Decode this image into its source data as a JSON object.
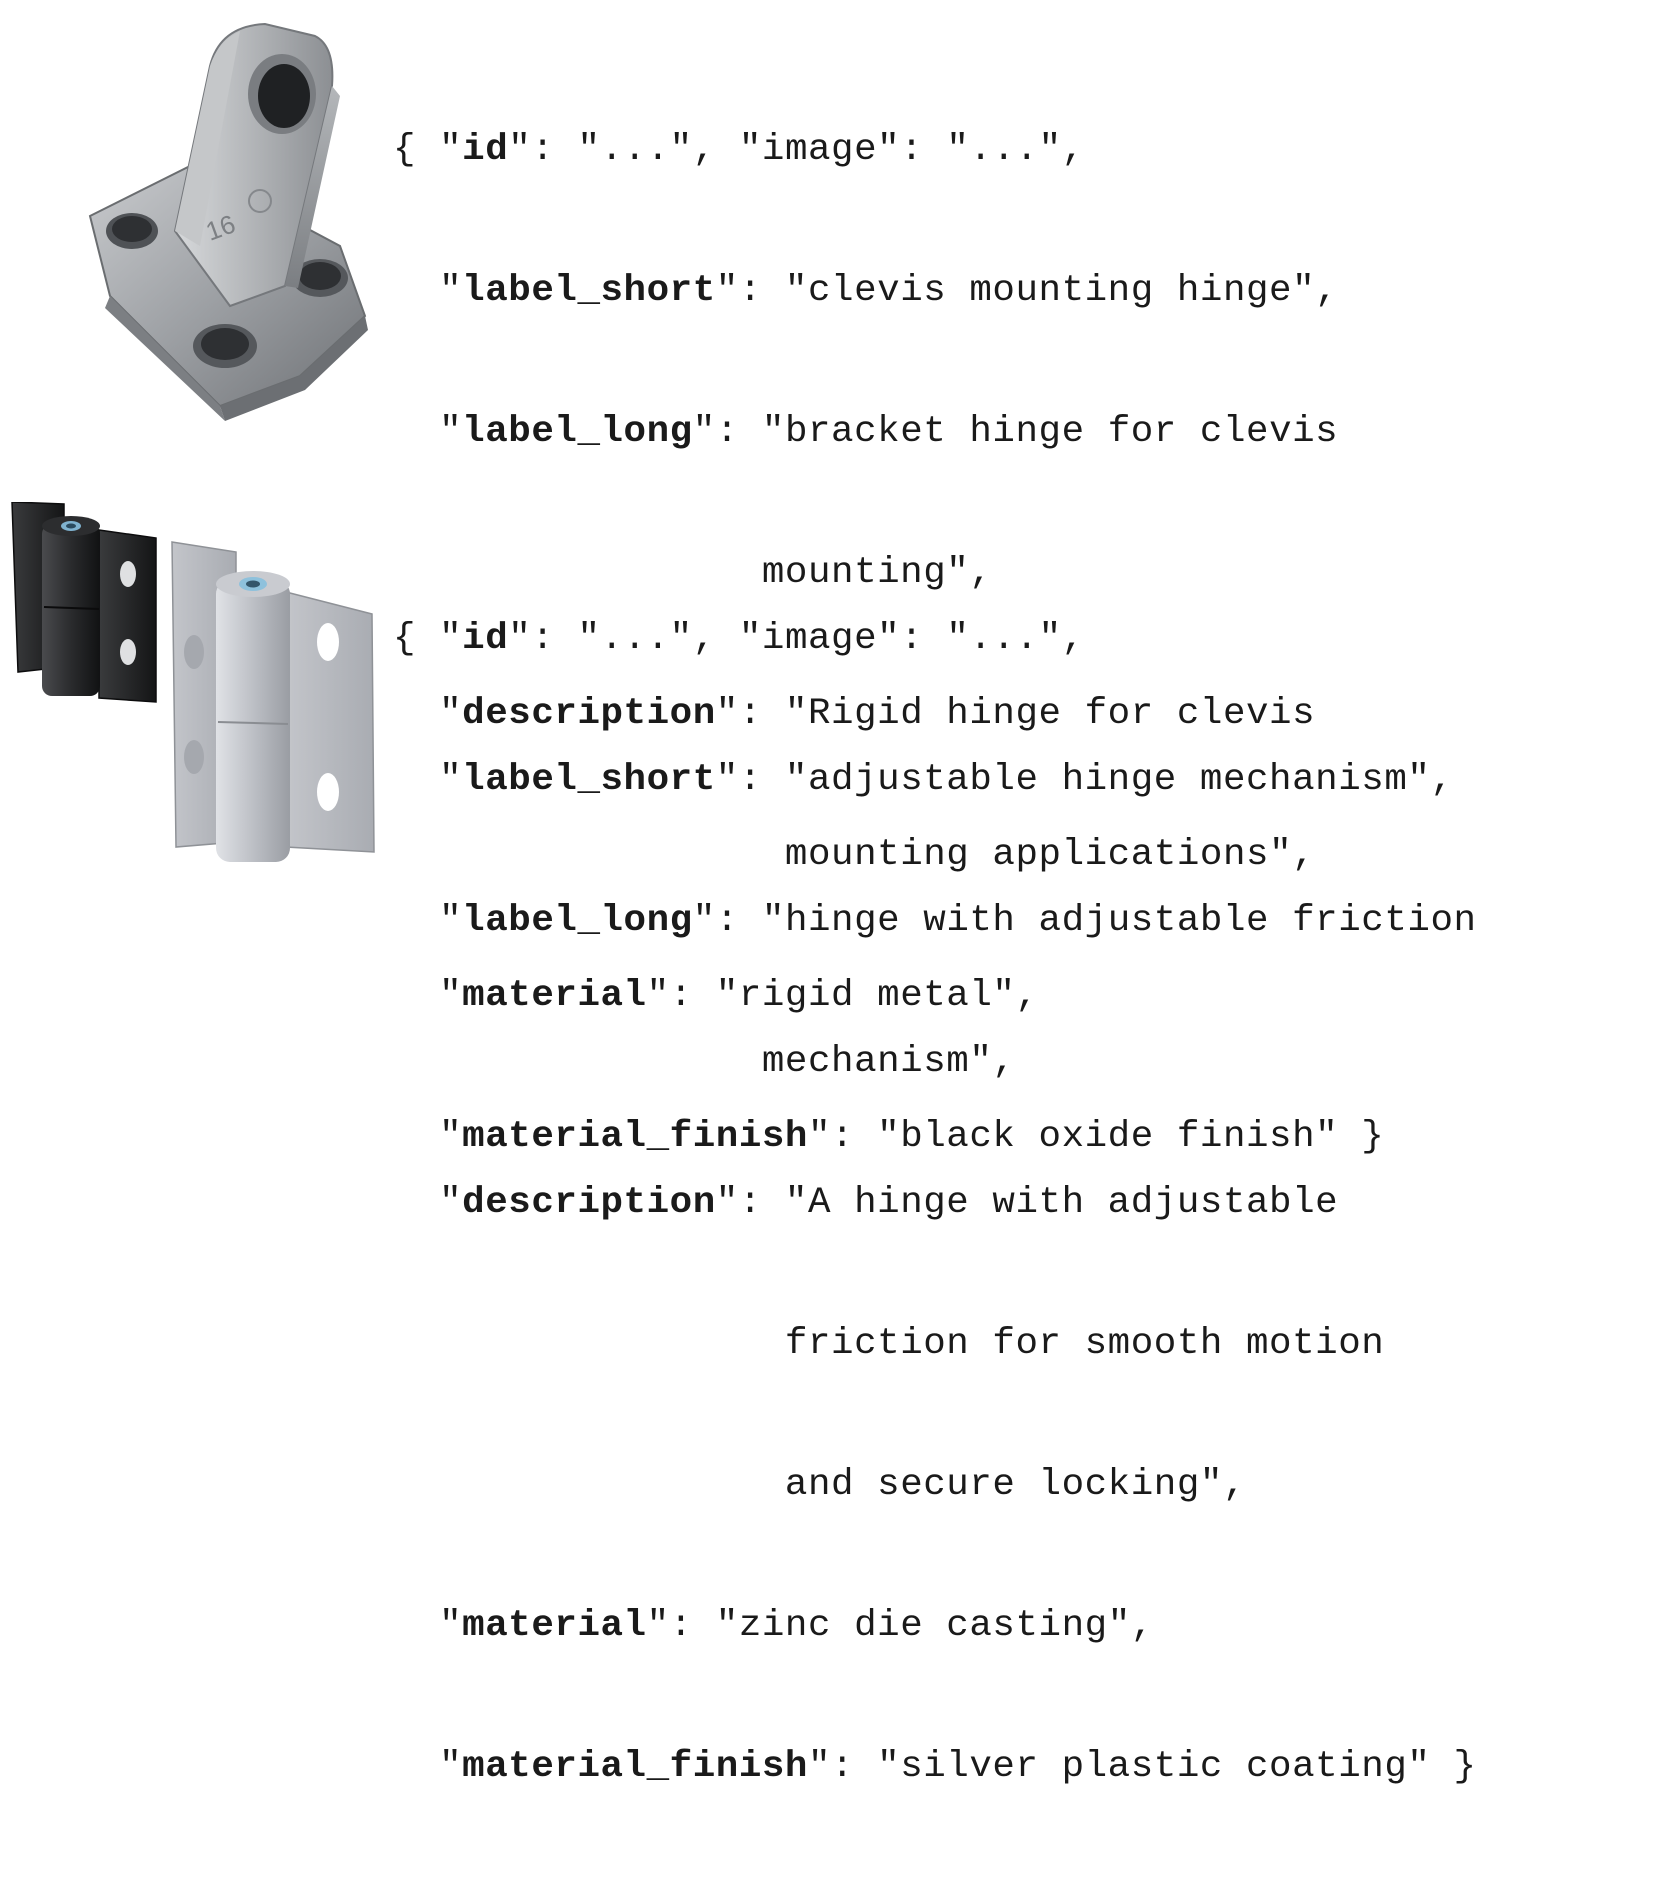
{
  "records": [
    {
      "image_subject": "clevis mounting bracket hinge (cast grey metal)",
      "id_value": "...",
      "image_value": "...",
      "label_short": "clevis mounting hinge",
      "label_long_line1": "bracket hinge for clevis",
      "label_long_line2": "mounting",
      "description_line1": "Rigid hinge for clevis",
      "description_line2": "mounting applications",
      "material": "rigid metal",
      "material_finish": "black oxide finish"
    },
    {
      "image_subject": "adjustable friction hinges (black and silver)",
      "id_value": "...",
      "image_value": "...",
      "label_short": "adjustable hinge mechanism",
      "label_long_line1": "hinge with adjustable friction",
      "label_long_line2": "mechanism",
      "description_line1": "A hinge with adjustable",
      "description_line2": "friction for smooth motion",
      "description_line3": "and secure locking",
      "material": "zinc die casting",
      "material_finish": "silver plastic coating"
    }
  ],
  "keys": {
    "id": "id",
    "image": "image",
    "label_short": "label_short",
    "label_long": "label_long",
    "description": "description",
    "material": "material",
    "material_finish": "material_finish"
  },
  "icons": {
    "record_1_image": "clevis-bracket-hinge-icon",
    "record_2_image": "adjustable-hinge-pair-icon"
  }
}
